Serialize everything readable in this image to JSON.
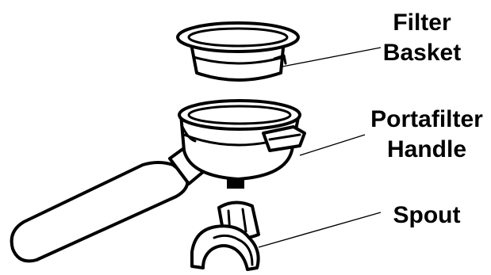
{
  "labels": {
    "filter_basket": [
      "Filter",
      "Basket"
    ],
    "portafilter_handle": [
      "Portafilter",
      "Handle"
    ],
    "spout": "Spout"
  },
  "colors": {
    "ink": "#000000",
    "background": "#ffffff"
  }
}
